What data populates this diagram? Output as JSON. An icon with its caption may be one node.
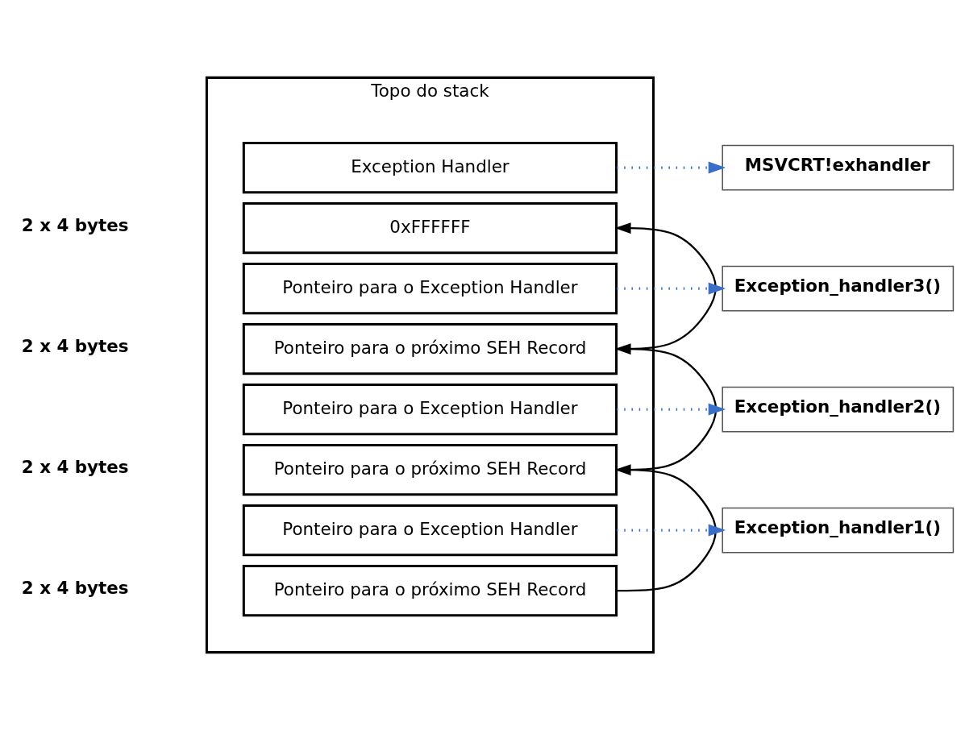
{
  "diagram": {
    "nodes": [
      {
        "text": [
          "Topo do stack"
        ]
      },
      {
        "text": [
          "Ponteiro para o próximo SEH Record"
        ],
        "in": 0
      },
      {
        "text": [
          "Ponteiro para o Exception Handler"
        ],
        "in": 0
      },
      {
        "text": [
          "Ponteiro para o próximo SEH Record"
        ],
        "in": 0
      },
      {
        "text": [
          "Ponteiro para o Exception Handler"
        ],
        "in": 0
      },
      {
        "text": [
          "Ponteiro para o próximo SEH Record"
        ],
        "in": 0
      },
      {
        "text": [
          "Ponteiro para o Exception Handler"
        ],
        "in": 0
      },
      {
        "text": [
          "0xFFFFFF"
        ],
        "in": 0
      },
      {
        "text": [
          "Exception Handler"
        ],
        "in": 0
      },
      {
        "text": [
          "Exception_handler1()"
        ]
      },
      {
        "text": [
          "Exception_handler2()"
        ]
      },
      {
        "text": [
          "Exception_handler3()"
        ]
      },
      {
        "text": [
          "MSVCRT!exhandler"
        ]
      }
    ],
    "edges": [
      {
        "from": 1,
        "to": 3,
        "arrow": "to",
        "color": "#000000"
      },
      {
        "from": 3,
        "to": 5,
        "arrow": "to",
        "color": "#000000"
      },
      {
        "from": 5,
        "to": 7,
        "arrow": "to",
        "color": "#000000"
      },
      {
        "from": 2,
        "to": 9,
        "arrow": "to",
        "style": "dashed",
        "color": "#3a6fc9"
      },
      {
        "from": 4,
        "to": 10,
        "arrow": "to",
        "style": "dashed",
        "color": "#3a6fc9"
      },
      {
        "from": 6,
        "to": 11,
        "arrow": "to",
        "style": "dashed",
        "color": "#3a6fc9"
      },
      {
        "from": 8,
        "to": 12,
        "arrow": "to",
        "style": "dashed",
        "color": "#3a6fc9"
      }
    ],
    "labels": [
      "2 x 4 bytes",
      "2 x 4 bytes",
      "2 x 4 bytes",
      "2 x 4 bytes"
    ]
  }
}
